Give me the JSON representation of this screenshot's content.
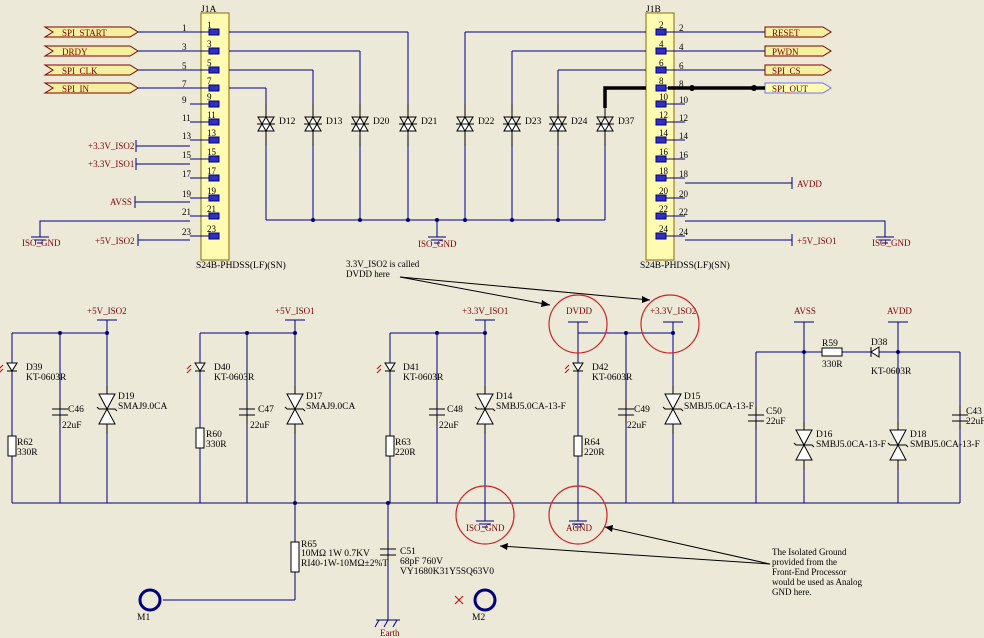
{
  "connectors": {
    "j1a": {
      "ref": "J1A",
      "part": "S24B-PHDSS(LF)(SN)",
      "pins": [
        "1",
        "3",
        "5",
        "7",
        "9",
        "11",
        "13",
        "15",
        "17",
        "19",
        "21",
        "23"
      ]
    },
    "j1b": {
      "ref": "J1B",
      "part": "S24B-PHDSS(LF)(SN)",
      "pins": [
        "2",
        "4",
        "6",
        "8",
        "10",
        "12",
        "14",
        "16",
        "18",
        "20",
        "22",
        "24"
      ]
    }
  },
  "ports_left": [
    "SPI_START",
    "DRDY",
    "SPI_CLK",
    "SPI_IN"
  ],
  "ports_right": [
    "RESET",
    "PWDN",
    "SPI_CS",
    "SPI_OUT"
  ],
  "power_labels": {
    "v33_iso2": "+3.3V_ISO2",
    "v33_iso1": "+3.3V_ISO1",
    "avss": "AVSS",
    "v5_iso2": "+5V_ISO2",
    "v5_iso1": "+5V_ISO1",
    "avdd": "AVDD",
    "dvdd": "DVDD",
    "iso_gnd": "ISO_GND",
    "agnd": "AGND",
    "earth": "Earth"
  },
  "diodes_top": [
    "D12",
    "D13",
    "D20",
    "D21",
    "D22",
    "D23",
    "D24",
    "D37"
  ],
  "bottom_parts": {
    "d39": "D39",
    "d40": "D40",
    "d41": "D41",
    "d42": "D42",
    "d38": "D38",
    "led_part": "KT-0603R",
    "d19": "D19",
    "d17": "D17",
    "smaj": "SMAJ9.0CA",
    "d14": "D14",
    "d15": "D15",
    "d16": "D16",
    "d18": "D18",
    "smbj": "SMBJ5.0CA-13-F",
    "c46": "C46",
    "c47": "C47",
    "c48": "C48",
    "c49": "C49",
    "c50": "C50",
    "c43": "C43",
    "cap_val": "22uF",
    "r62": "R62",
    "r60": "R60",
    "r63": "R63",
    "r64": "R64",
    "r59": "R59",
    "r330": "330R",
    "r220": "220R",
    "r65": "R65",
    "r65_val1": "10MΩ 1W 0.7KV",
    "r65_val2": "RI40-1W-10MΩ±2%T",
    "c51": "C51",
    "c51_val1": "68pF 760V",
    "c51_val2": "VY1680K31Y5SQ63V0",
    "m1": "M1",
    "m2": "M2"
  },
  "notes": {
    "dvdd_note": [
      "3.3V_ISO2 is called",
      "DVDD here"
    ],
    "gnd_note": [
      "The Isolated Ground",
      "provided from the",
      "Front-End Processor",
      "would be used as Analog",
      "GND here."
    ]
  }
}
